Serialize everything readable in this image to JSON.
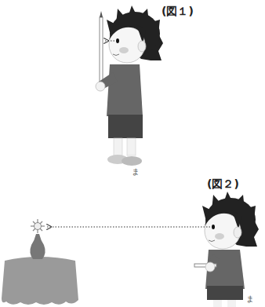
{
  "diagram": {
    "labels": [
      "(図１)",
      "ま",
      "(図２)",
      "ま"
    ]
  }
}
